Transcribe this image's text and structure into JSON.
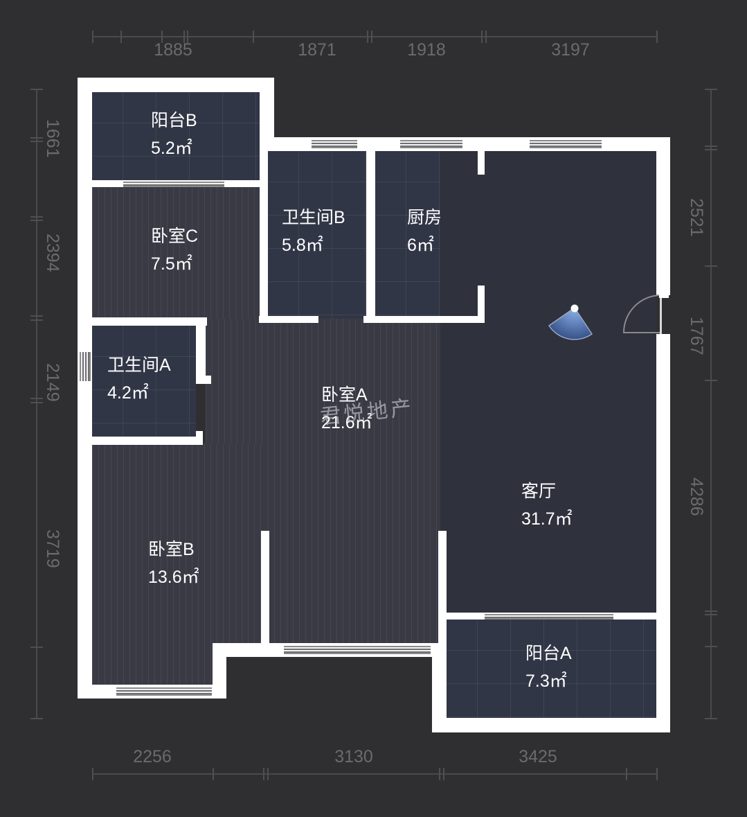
{
  "dimensions": {
    "top": [
      "1885",
      "1871",
      "1918",
      "3197"
    ],
    "bottom": [
      "2256",
      "3130",
      "3425"
    ],
    "left": [
      "1661",
      "2394",
      "2149",
      "3719"
    ],
    "right": [
      "2521",
      "1767",
      "4286"
    ]
  },
  "rooms": {
    "balcony_b": {
      "name": "阳台B",
      "area": "5.2㎡"
    },
    "bedroom_c": {
      "name": "卧室C",
      "area": "7.5㎡"
    },
    "bathroom_b": {
      "name": "卫生间B",
      "area": "5.8㎡"
    },
    "kitchen": {
      "name": "厨房",
      "area": "6㎡"
    },
    "bathroom_a": {
      "name": "卫生间A",
      "area": "4.2㎡"
    },
    "bedroom_a": {
      "name": "卧室A",
      "area": "21.6㎡"
    },
    "living_room": {
      "name": "客厅",
      "area": "31.7㎡"
    },
    "bedroom_b": {
      "name": "卧室B",
      "area": "13.6㎡"
    },
    "balcony_a": {
      "name": "阳台A",
      "area": "7.3㎡"
    }
  },
  "watermark": "君悦地产",
  "colors": {
    "background": "#2f2f31",
    "wall": "#ffffff",
    "tile_floor": "#313646",
    "wood_floor": "#3a3a45",
    "living_floor": "#2f313c",
    "viewpoint": "#5a7fc0"
  }
}
